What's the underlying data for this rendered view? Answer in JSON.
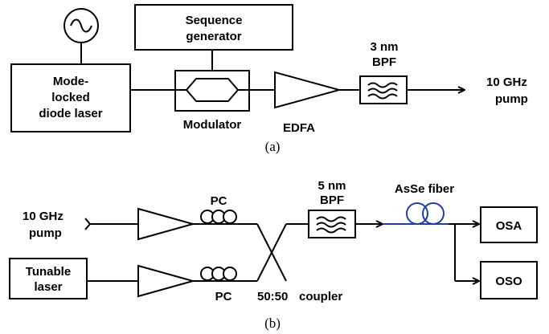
{
  "diagram_a": {
    "caption": "(a)",
    "sequence_generator": [
      "Sequence",
      "generator"
    ],
    "laser": [
      "Mode-",
      "locked",
      "diode laser"
    ],
    "modulator": "Modulator",
    "edfa": "EDFA",
    "bpf": [
      "3 nm",
      "BPF"
    ],
    "output": [
      "10 GHz",
      "pump"
    ]
  },
  "diagram_b": {
    "caption": "(b)",
    "pump_input": [
      "10 GHz",
      "pump"
    ],
    "tunable_laser": [
      "Tunable",
      "laser"
    ],
    "pc_top": "PC",
    "pc_bottom": "PC",
    "coupler_ratio": "50:50",
    "coupler": "coupler",
    "bpf": [
      "5 nm",
      "BPF"
    ],
    "fiber": "AsSe fiber",
    "osa": "OSA",
    "oso": "OSO"
  }
}
